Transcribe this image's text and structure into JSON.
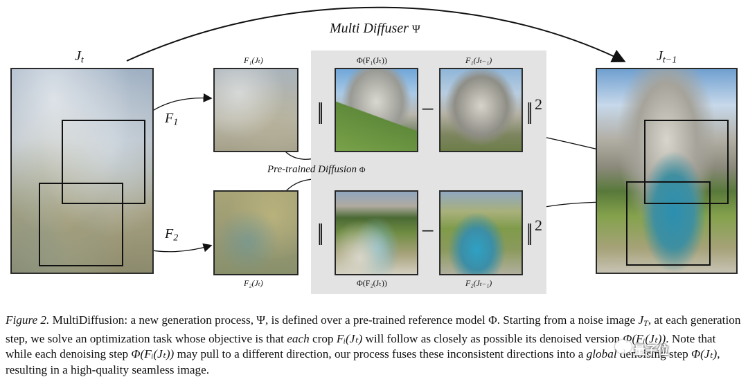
{
  "figure": {
    "top_label": "Multi Diffuser",
    "top_symbol": "Ψ",
    "left_label_base": "J",
    "left_label_sub": "t",
    "right_label_base": "J",
    "right_label_sub": "t−1",
    "f1_label_base": "F",
    "f1_label_sub": "1",
    "f2_label_base": "F",
    "f2_label_sub": "2",
    "crop1_caption": "F₁(Jₜ)",
    "crop2_caption": "F₂(Jₜ)",
    "phi1_caption": "Φ(F₁(Jₜ))",
    "phi2_caption": "Φ(F₂(Jₜ))",
    "target1_caption": "F₁(Jₜ₋₁)",
    "target2_caption": "F₂(Jₜ₋₁)",
    "pretrained_label": "Pre-trained Diffusion",
    "pretrained_symbol": "Φ",
    "norm_open": "||",
    "minus": "−",
    "norm_close": "||",
    "square": "2"
  },
  "caption": {
    "fig_label": "Figure 2.",
    "p1": " MultiDiffusion: a new generation process, Ψ, is defined over a pre-trained reference model Φ. Starting from a noise image ",
    "JT": "J",
    "JT_sub": "T",
    "p2": ", at each generation step, we solve an optimization task whose objective is that ",
    "each": "each",
    "p3": " crop ",
    "crop_expr": "Fᵢ(Jₜ)",
    "p4": " will follow as closely as possible its denoised version ",
    "denoised_expr": "Φ(Fᵢ(Jₜ))",
    "p5": ". Note that while each denoising step ",
    "step_expr": "Φ(Fᵢ(Jₜ))",
    "p6": " may pull to a different direction, our process fuses these inconsistent directions into a ",
    "global": "global",
    "p7": " denoising step ",
    "global_expr": "Φ(Jₜ)",
    "p8": ", resulting in a high-quality seamless image."
  },
  "watermark": "量子位"
}
